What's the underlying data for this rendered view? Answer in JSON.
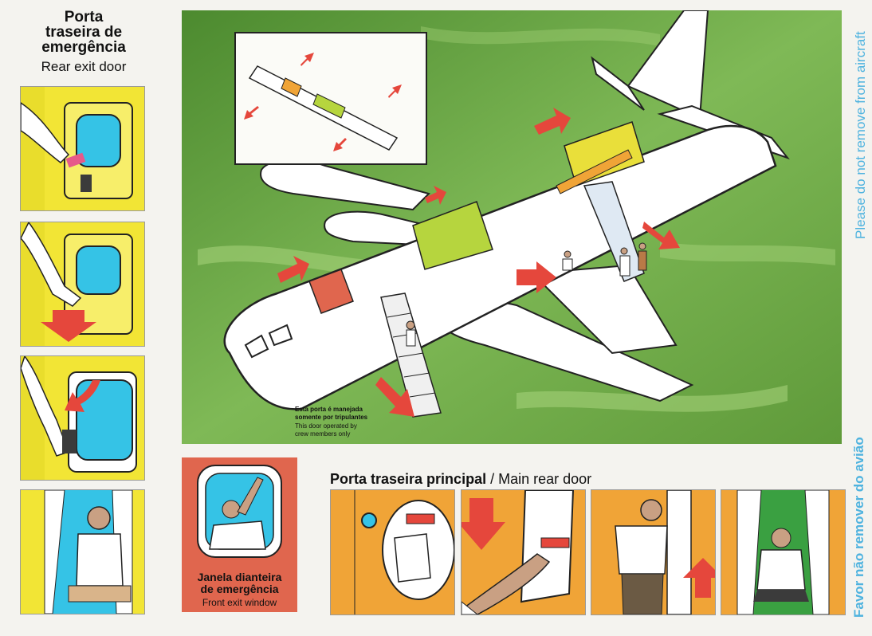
{
  "rear_exit": {
    "title_pt_lines": [
      "Porta",
      "traseira de",
      "emergência"
    ],
    "title_en": "Rear exit door"
  },
  "main_illustration": {
    "caption_pt_lines": [
      "Esta porta é manejada",
      "somente por tripulantes"
    ],
    "caption_en_lines": [
      "This door operated by",
      "crew members only"
    ]
  },
  "front_window": {
    "title_pt_lines": [
      "Janela dianteira",
      "de emergência"
    ],
    "title_en": "Front exit window"
  },
  "main_rear_door": {
    "title_pt": "Porta traseira principal",
    "separator": "/",
    "title_en": "Main rear door"
  },
  "side_notes": {
    "en": "Please do not remove from aircraft",
    "pt": "Favor não remover do avião"
  },
  "colors": {
    "panel_yellow": "#f2e535",
    "panel_orange": "#f0a437",
    "front_window_red": "#e0664e",
    "arrow_red": "#e5473c",
    "grass_green": "#5f9a3a",
    "text_blue": "#4fb3df"
  }
}
